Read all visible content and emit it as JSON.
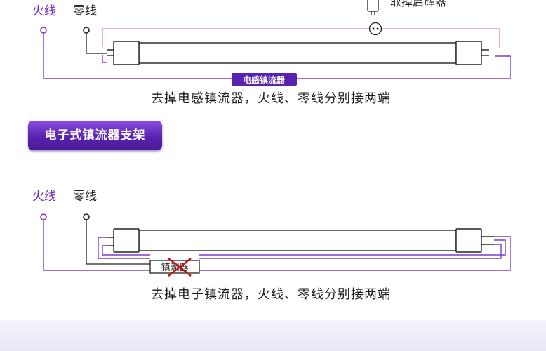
{
  "diagram1": {
    "live_label": "火线",
    "neutral_label": "零线",
    "starter_label": "取掉启辉器",
    "ballast_label": "电感镇流器",
    "caption": "去掉电感镇流器，火线、零线分别接两端"
  },
  "section_title": "电子式镇流器支架",
  "diagram2": {
    "live_label": "火线",
    "neutral_label": "零线",
    "ballast_label": "镇流器",
    "caption": "去掉电子镇流器，火线、零线分别接两端"
  },
  "colors": {
    "live_wire": "#7a3fc7",
    "neutral_wire": "#222222",
    "starter_wire": "#d780c9",
    "badge": "#5a22b0",
    "cross_mark": "#c01414"
  }
}
